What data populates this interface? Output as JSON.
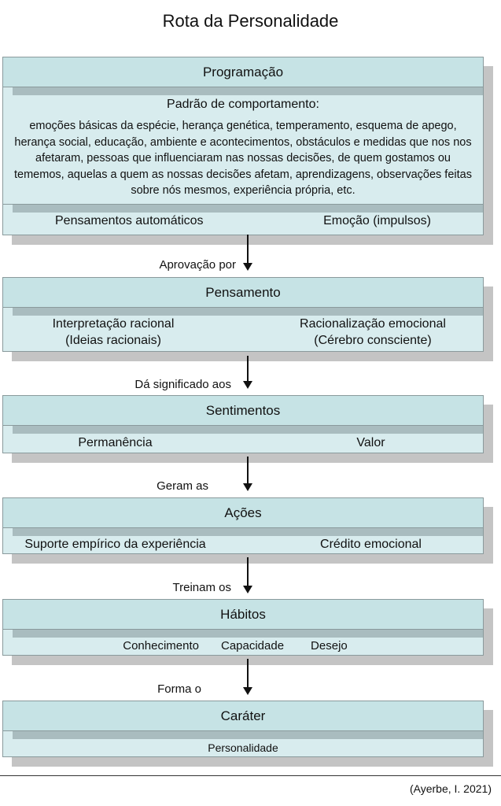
{
  "title": "Rota da Personalidade",
  "blocks": [
    {
      "header": "Programação",
      "subtitle": "Padrão de comportamento:",
      "text": "emoções básicas da espécie, herança genética, temperamento, esquema de apego, herança social, educação, ambiente e acontecimentos, obstáculos e medidas que nos nos afetaram, pessoas que influenciaram nas nossas decisões, de quem gostamos ou tememos, aquelas a quem as nossas decisões afetam, aprendizagens, observações feitas sobre nós mesmos, experiência própria, etc.",
      "items": [
        "Pensamentos automáticos",
        "Emoção (impulsos)"
      ]
    },
    {
      "header": "Pensamento",
      "items": [
        "Interpretação racional\n(Ideias racionais)",
        "Racionalização emocional\n(Cérebro consciente)"
      ]
    },
    {
      "header": "Sentimentos",
      "items": [
        "Permanência",
        "Valor"
      ]
    },
    {
      "header": "Ações",
      "items": [
        "Suporte empírico da experiência",
        "Crédito emocional"
      ]
    },
    {
      "header": "Hábitos",
      "items": [
        "Conhecimento",
        "Capacidade",
        "Desejo"
      ]
    },
    {
      "header": "Caráter",
      "items": [
        "Personalidade"
      ]
    }
  ],
  "connectors": [
    "Aprovação por",
    "Dá significado aos",
    "Geram as",
    "Treinam os",
    "Forma o"
  ],
  "citation": "(Ayerbe, I. 2021)"
}
